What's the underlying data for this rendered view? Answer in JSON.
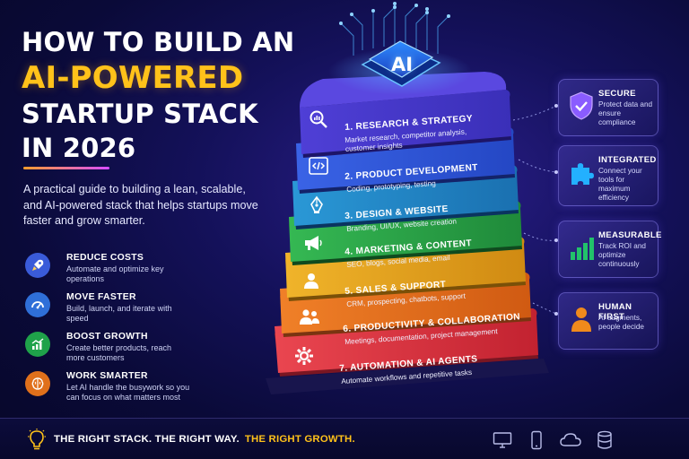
{
  "title": {
    "line1": "HOW TO BUILD AN",
    "line2": "AI-POWERED",
    "line3": "STARTUP STACK",
    "line4": "IN 2026"
  },
  "subtitle": "A practical guide to building a lean, scalable, and AI-powered stack that helps startups move faster and grow smarter.",
  "ai_chip": "AI",
  "benefits": [
    {
      "title": "REDUCE COSTS",
      "desc": "Automate and optimize key operations",
      "icon": "rocket-icon",
      "color": "#3a5bd9"
    },
    {
      "title": "MOVE FASTER",
      "desc": "Build, launch, and iterate with speed",
      "icon": "speedometer-icon",
      "color": "#2f6fd8"
    },
    {
      "title": "BOOST GROWTH",
      "desc": "Create better products, reach more customers",
      "icon": "growth-chart-icon",
      "color": "#1fa24a"
    },
    {
      "title": "WORK SMARTER",
      "desc": "Let AI handle the busywork so you can focus on what matters most",
      "icon": "brain-icon",
      "color": "#e0701b"
    }
  ],
  "layers": [
    {
      "title": "1. RESEARCH & STRATEGY",
      "desc": "Market research, competitor analysis, customer insights",
      "icon": "magnifier-chart-icon",
      "color": "#4a3ad0"
    },
    {
      "title": "2. PRODUCT DEVELOPMENT",
      "desc": "Coding, prototyping, testing",
      "icon": "code-icon",
      "color": "#2a5be0"
    },
    {
      "title": "3. DESIGN & WEBSITE",
      "desc": "Branding, UI/UX, website creation",
      "icon": "pen-tool-icon",
      "color": "#1f88c8"
    },
    {
      "title": "4. MARKETING & CONTENT",
      "desc": "SEO, blogs, social media, email",
      "icon": "megaphone-icon",
      "color": "#2aa84a"
    },
    {
      "title": "5. SALES & SUPPORT",
      "desc": "CRM, prospecting, chatbots, support",
      "icon": "person-icon",
      "color": "#e6a51a"
    },
    {
      "title": "6. PRODUCTIVITY & COLLABORATION",
      "desc": "Meetings, documentation, project management",
      "icon": "team-icon",
      "color": "#e8751b"
    },
    {
      "title": "7. AUTOMATION & AI AGENTS",
      "desc": "Automate workflows and repetitive tasks",
      "icon": "gear-icon",
      "color": "#e03a40"
    }
  ],
  "cards": [
    {
      "title": "SECURE",
      "desc": "Protect data and ensure compliance",
      "icon": "shield-icon",
      "color": "#8a5cff"
    },
    {
      "title": "INTEGRATED",
      "desc": "Connect your tools for maximum efficiency",
      "icon": "puzzle-icon",
      "color": "#23b0ff"
    },
    {
      "title": "MEASURABLE",
      "desc": "Track ROI and optimize continuously",
      "icon": "bar-chart-icon",
      "color": "#22c26a"
    },
    {
      "title": "HUMAN FIRST",
      "desc": "AI augments, people decide",
      "icon": "human-icon",
      "color": "#f08a1c"
    }
  ],
  "footer": {
    "text_white": "THE RIGHT STACK. THE RIGHT WAY.",
    "text_gold": "THE RIGHT GROWTH."
  },
  "footer_icons": [
    "desktop-icon",
    "mobile-icon",
    "cloud-icon",
    "database-icon"
  ]
}
